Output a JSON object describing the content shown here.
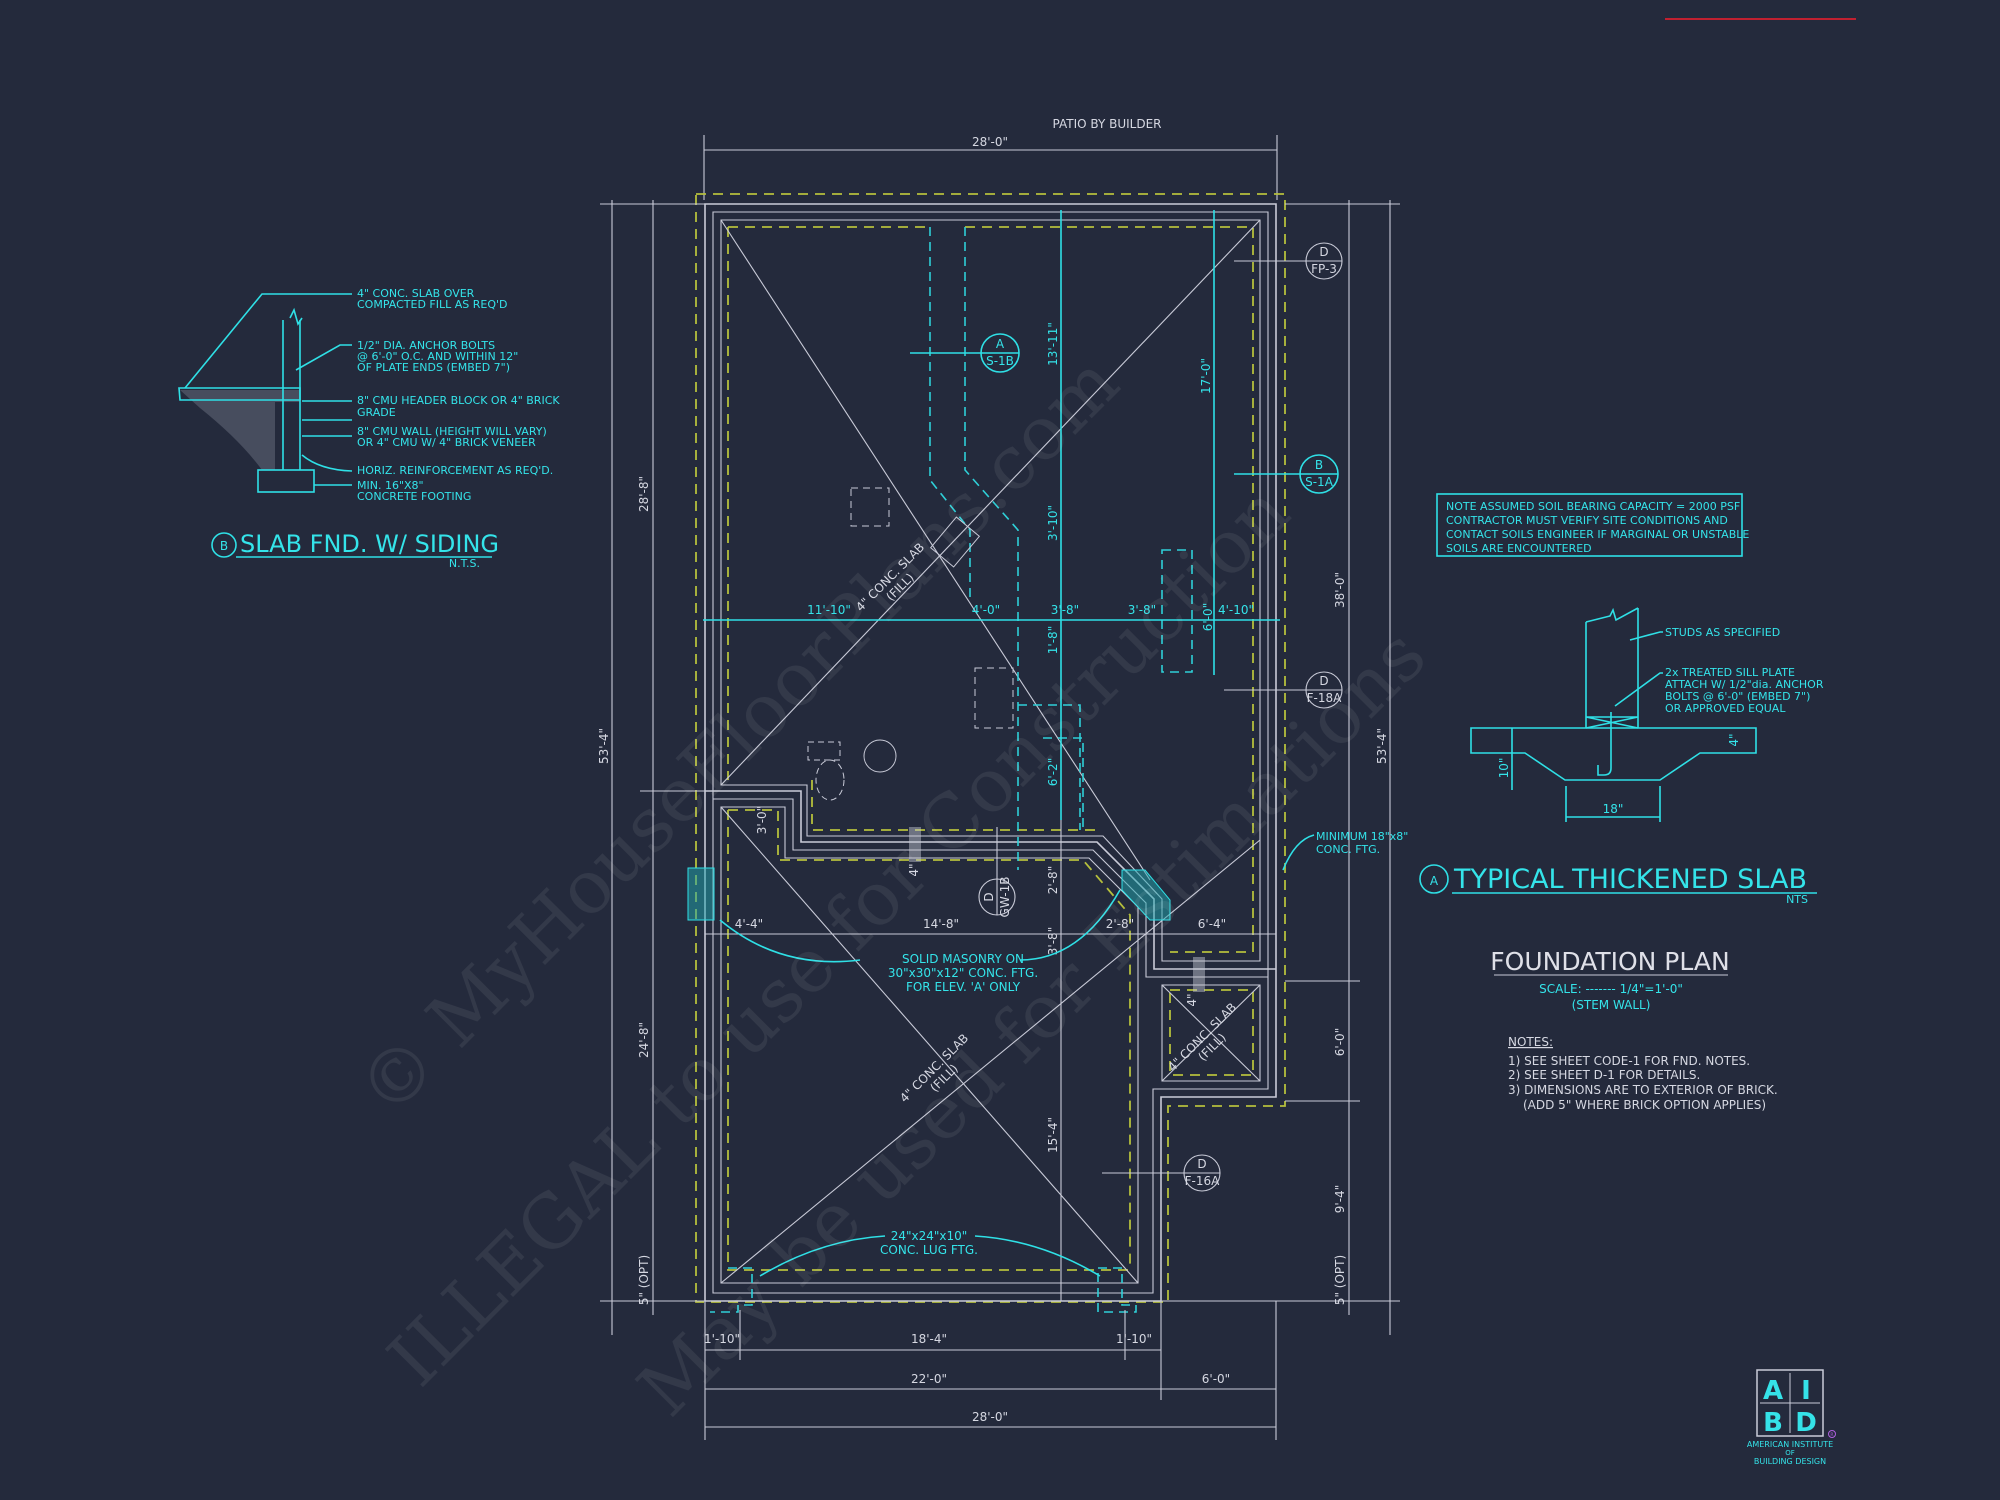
{
  "colors": {
    "background": "#242a3c",
    "linework": "#c9cbd8",
    "annotation": "#2fe0e6",
    "footing_dashed": "#b5bf3c"
  },
  "plan": {
    "title": "FOUNDATION PLAN",
    "scale": "SCALE: ------- 1/4\"=1'-0\"",
    "subtitle": "(STEM WALL)",
    "patio_label": "PATIO BY BUILDER",
    "top_dim": "28'-0\"",
    "left_dims": [
      "53'-4\"",
      "28'-8\"",
      "24'-8\"",
      "5\" (OPT)"
    ],
    "right_dims": [
      "53'-4\"",
      "38'-0\"",
      "6'-0\"",
      "9'-4\"",
      "5\" (OPT)"
    ],
    "horiz_dims_upper": [
      "11'-10\"",
      "4'-0\"",
      "3'-8\"",
      "3'-8\"",
      "6'-0\"",
      "4'-10\""
    ],
    "vert_dims_center": [
      "13'-11\"",
      "3'-10\"",
      "1'-8\"",
      "6'-2\"",
      "2'-8\"",
      "3'-8\"",
      "15'-4\""
    ],
    "vert_dim_right": "17'-0\"",
    "horiz_dims_middle": [
      "4'-4\"",
      "14'-8\"",
      "2'-8\"",
      "6'-4\""
    ],
    "bottom_dims_row1": [
      "1'-10\"",
      "18'-4\"",
      "1'-10\""
    ],
    "bottom_dims_row2": [
      "22'-0\"",
      "6'-0\""
    ],
    "bottom_dims_row3": "28'-0\"",
    "small_dims": [
      "3'-0\"",
      "4\"",
      "4\""
    ],
    "slab_labels": [
      {
        "line1": "4\" CONC. SLAB",
        "line2": "(FILL)"
      },
      {
        "line1": "4\" CONC. SLAB",
        "line2": "(FILL)"
      },
      {
        "line1": "4\" CONC. SLAB",
        "line2": "(FILL)"
      }
    ],
    "callouts": {
      "solid_masonry": [
        "SOLID MASONRY ON",
        "30\"x30\"x12\" CONC. FTG.",
        "FOR ELEV. 'A' ONLY"
      ],
      "lug_ftg": [
        "24\"x24\"x10\"",
        "CONC. LUG FTG."
      ],
      "min_ftg": [
        "MINIMUM 18\"x8\"",
        "CONC. FTG."
      ]
    },
    "section_markers": [
      {
        "top": "D",
        "bottom": "FP-3"
      },
      {
        "top": "A",
        "bottom": "S-1B"
      },
      {
        "top": "B",
        "bottom": "S-1A"
      },
      {
        "top": "D",
        "bottom": "F-18A"
      },
      {
        "top": "D",
        "bottom": "GW-1B"
      },
      {
        "top": "D",
        "bottom": "F-16A"
      }
    ],
    "notes_heading": "NOTES:",
    "notes": [
      "1)  SEE SHEET CODE-1 FOR FND. NOTES.",
      "2)  SEE SHEET D-1 FOR DETAILS.",
      "3)  DIMENSIONS ARE TO EXTERIOR OF BRICK.",
      "(ADD 5\" WHERE BRICK OPTION APPLIES)"
    ]
  },
  "detail_b": {
    "marker": "B",
    "title": "SLAB FND. W/ SIDING",
    "scale": "N.T.S.",
    "notes": [
      [
        "4\" CONC. SLAB OVER",
        "COMPACTED FILL AS REQ'D"
      ],
      [
        "1/2\" DIA. ANCHOR BOLTS",
        "@ 6'-0\" O.C. AND WITHIN 12\"",
        "OF PLATE ENDS (EMBED 7\")"
      ],
      [
        "8\" CMU HEADER BLOCK OR 4\" BRICK",
        "GRADE"
      ],
      [
        "8\" CMU WALL (HEIGHT WILL VARY)",
        "OR 4\" CMU W/ 4\" BRICK VENEER"
      ],
      [
        "HORIZ. REINFORCEMENT AS REQ'D."
      ],
      [
        "MIN. 16\"X8\"",
        "CONCRETE FOOTING"
      ]
    ]
  },
  "detail_a": {
    "marker": "A",
    "title": "TYPICAL THICKENED SLAB",
    "scale": "NTS",
    "soil_note": [
      "NOTE ASSUMED SOIL BEARING CAPACITY = 2000 PSF",
      "CONTRACTOR MUST VERIFY SITE CONDITIONS AND",
      "CONTACT SOILS ENGINEER IF MARGINAL OR UNSTABLE",
      "SOILS ARE ENCOUNTERED"
    ],
    "studs_note": "STUDS AS SPECIFIED",
    "sill_note": [
      "2x  TREATED SILL PLATE",
      "ATTACH W/ 1/2\"dia. ANCHOR",
      "BOLTS @ 6'-0\" (EMBED 7\")",
      "OR APPROVED EQUAL"
    ],
    "dims": [
      "10\"",
      "4\"",
      "18\""
    ]
  },
  "logo": {
    "letters": [
      "A",
      "I",
      "B",
      "D"
    ],
    "name": [
      "AMERICAN INSTITUTE",
      "OF",
      "BUILDING DESIGN"
    ],
    "registered": "R"
  },
  "watermarks": [
    "© MyHouseFloorPlans.com",
    "ILLEGAL to use for Construction",
    "May be used for Estimations"
  ]
}
